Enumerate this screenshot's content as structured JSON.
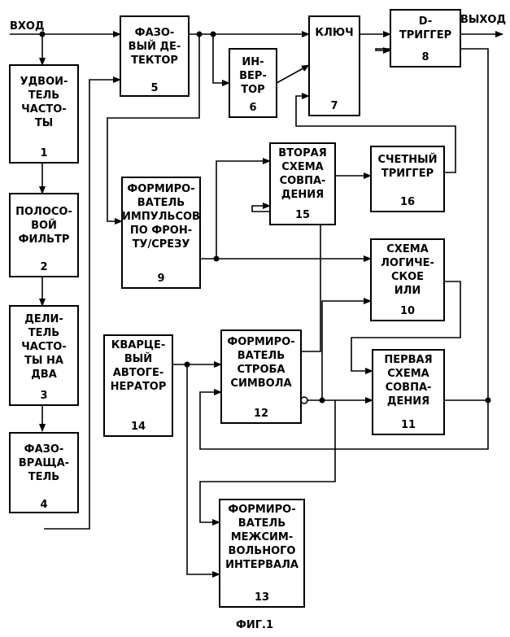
{
  "io": {
    "input": "ВХОД",
    "output": "ВЫХОД"
  },
  "caption": "ФИГ.1",
  "blocks": {
    "b1": {
      "lines": [
        "УДВОИ-",
        "ТЕЛЬ",
        "ЧАСТО-",
        "ТЫ"
      ],
      "num": "1"
    },
    "b2": {
      "lines": [
        "ПОЛОСО-",
        "ВОЙ",
        "ФИЛЬТР"
      ],
      "num": "2"
    },
    "b3": {
      "lines": [
        "ДЕЛИ-",
        "ТЕЛЬ",
        "ЧАСТО-",
        "ТЫ НА",
        "ДВА"
      ],
      "num": "3"
    },
    "b4": {
      "lines": [
        "ФАЗО-",
        "ВРАЩА-",
        "ТЕЛЬ"
      ],
      "num": "4"
    },
    "b5": {
      "lines": [
        "ФАЗО-",
        "ВЫЙ ДЕ-",
        "ТЕКТОР"
      ],
      "num": "5"
    },
    "b6": {
      "lines": [
        "ИН-",
        "ВЕР-",
        "ТОР"
      ],
      "num": "6"
    },
    "b7": {
      "lines": [
        "КЛЮЧ"
      ],
      "num": "7"
    },
    "b8": {
      "lines": [
        "D-",
        "ТРИГГЕР"
      ],
      "num": "8"
    },
    "b9": {
      "lines": [
        "ФОРМИРО-",
        "ВАТЕЛЬ",
        "ИМПУЛЬСОВ",
        "ПО ФРОН-",
        "ТУ/СРЕЗУ"
      ],
      "num": "9"
    },
    "b10": {
      "lines": [
        "СХЕМА",
        "ЛОГИЧЕ-",
        "СКОЕ",
        "ИЛИ"
      ],
      "num": "10"
    },
    "b11": {
      "lines": [
        "ПЕРВАЯ",
        "СХЕМА",
        "СОВПА-",
        "ДЕНИЯ"
      ],
      "num": "11"
    },
    "b12": {
      "lines": [
        "ФОРМИРО-",
        "ВАТЕЛЬ",
        "СТРОБА",
        "СИМВОЛА"
      ],
      "num": "12"
    },
    "b13": {
      "lines": [
        "ФОРМИРО-",
        "ВАТЕЛЬ",
        "МЕЖСИМ-",
        "ВОЛЬНОГО",
        "ИНТЕРВАЛА"
      ],
      "num": "13"
    },
    "b14": {
      "lines": [
        "КВАРЦЕ-",
        "ВЫЙ",
        "АВТОГЕ-",
        "НЕРАТОР"
      ],
      "num": "14"
    },
    "b15": {
      "lines": [
        "ВТОРАЯ",
        "СХЕМА",
        "СОВПА-",
        "ДЕНИЯ"
      ],
      "num": "15"
    },
    "b16": {
      "lines": [
        "СЧЕТНЫЙ",
        "ТРИГГЕР"
      ],
      "num": "16"
    }
  }
}
